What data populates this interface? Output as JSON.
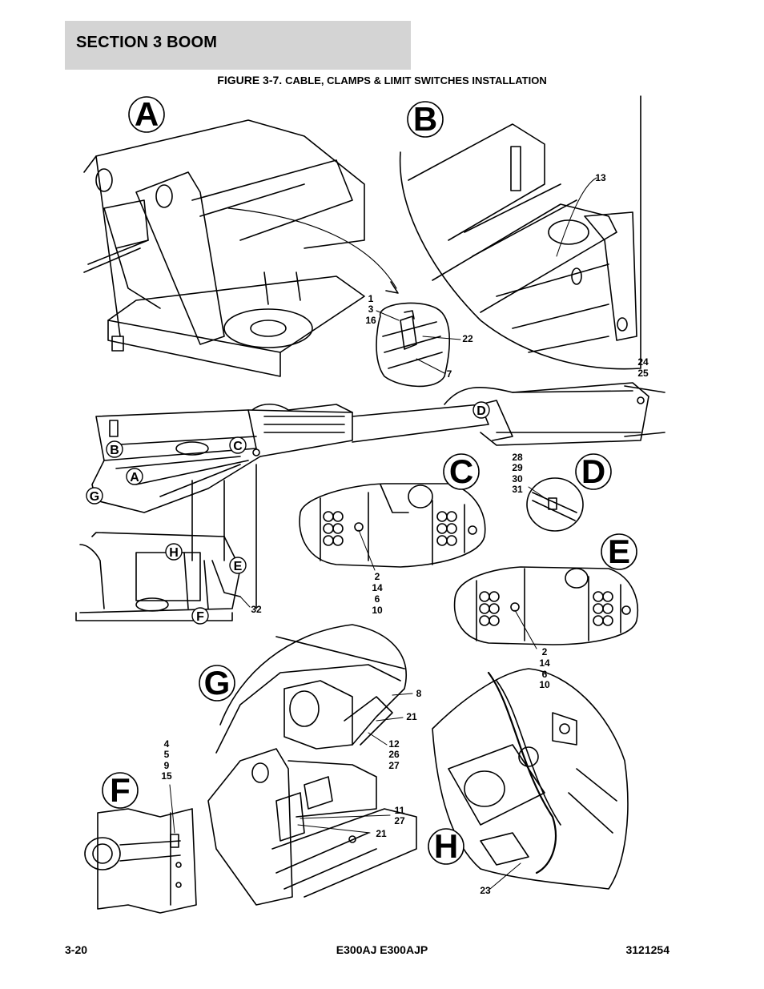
{
  "header": {
    "section_title": "SECTION 3   BOOM"
  },
  "figure": {
    "number": "FIGURE 3-7.",
    "caption": "CABLE, CLAMPS & LIMIT SWITCHES INSTALLATION"
  },
  "view_letters": {
    "A": "A",
    "B": "B",
    "C": "C",
    "D": "D",
    "E": "E",
    "F": "F",
    "G": "G",
    "H": "H"
  },
  "callouts": {
    "view_a": {
      "l1": "1",
      "l3": "3",
      "l16": "16",
      "l22": "22",
      "l7": "7"
    },
    "view_b": {
      "l13": "13"
    },
    "overview": {
      "l24": "24",
      "l25": "25",
      "l32": "32",
      "A": "A",
      "B": "B",
      "C": "C",
      "D": "D",
      "E": "E",
      "F": "F",
      "G": "G",
      "H": "H"
    },
    "view_c": {
      "l2": "2",
      "l14": "14",
      "l6": "6",
      "l10": "10"
    },
    "view_d": {
      "l28": "28",
      "l29": "29",
      "l30": "30",
      "l31": "31"
    },
    "view_e": {
      "l2": "2",
      "l14": "14",
      "l6": "6",
      "l10": "10"
    },
    "view_f": {
      "l4": "4",
      "l5": "5",
      "l9": "9",
      "l15": "15"
    },
    "view_g": {
      "l8": "8",
      "l21a": "21",
      "l12": "12",
      "l26": "26",
      "l27a": "27",
      "l11": "11",
      "l27b": "27",
      "l21b": "21"
    },
    "view_h": {
      "l23": "23"
    }
  },
  "footer": {
    "page_number": "3-20",
    "model": "E300AJ E300AJP",
    "doc_number": "3121254"
  }
}
